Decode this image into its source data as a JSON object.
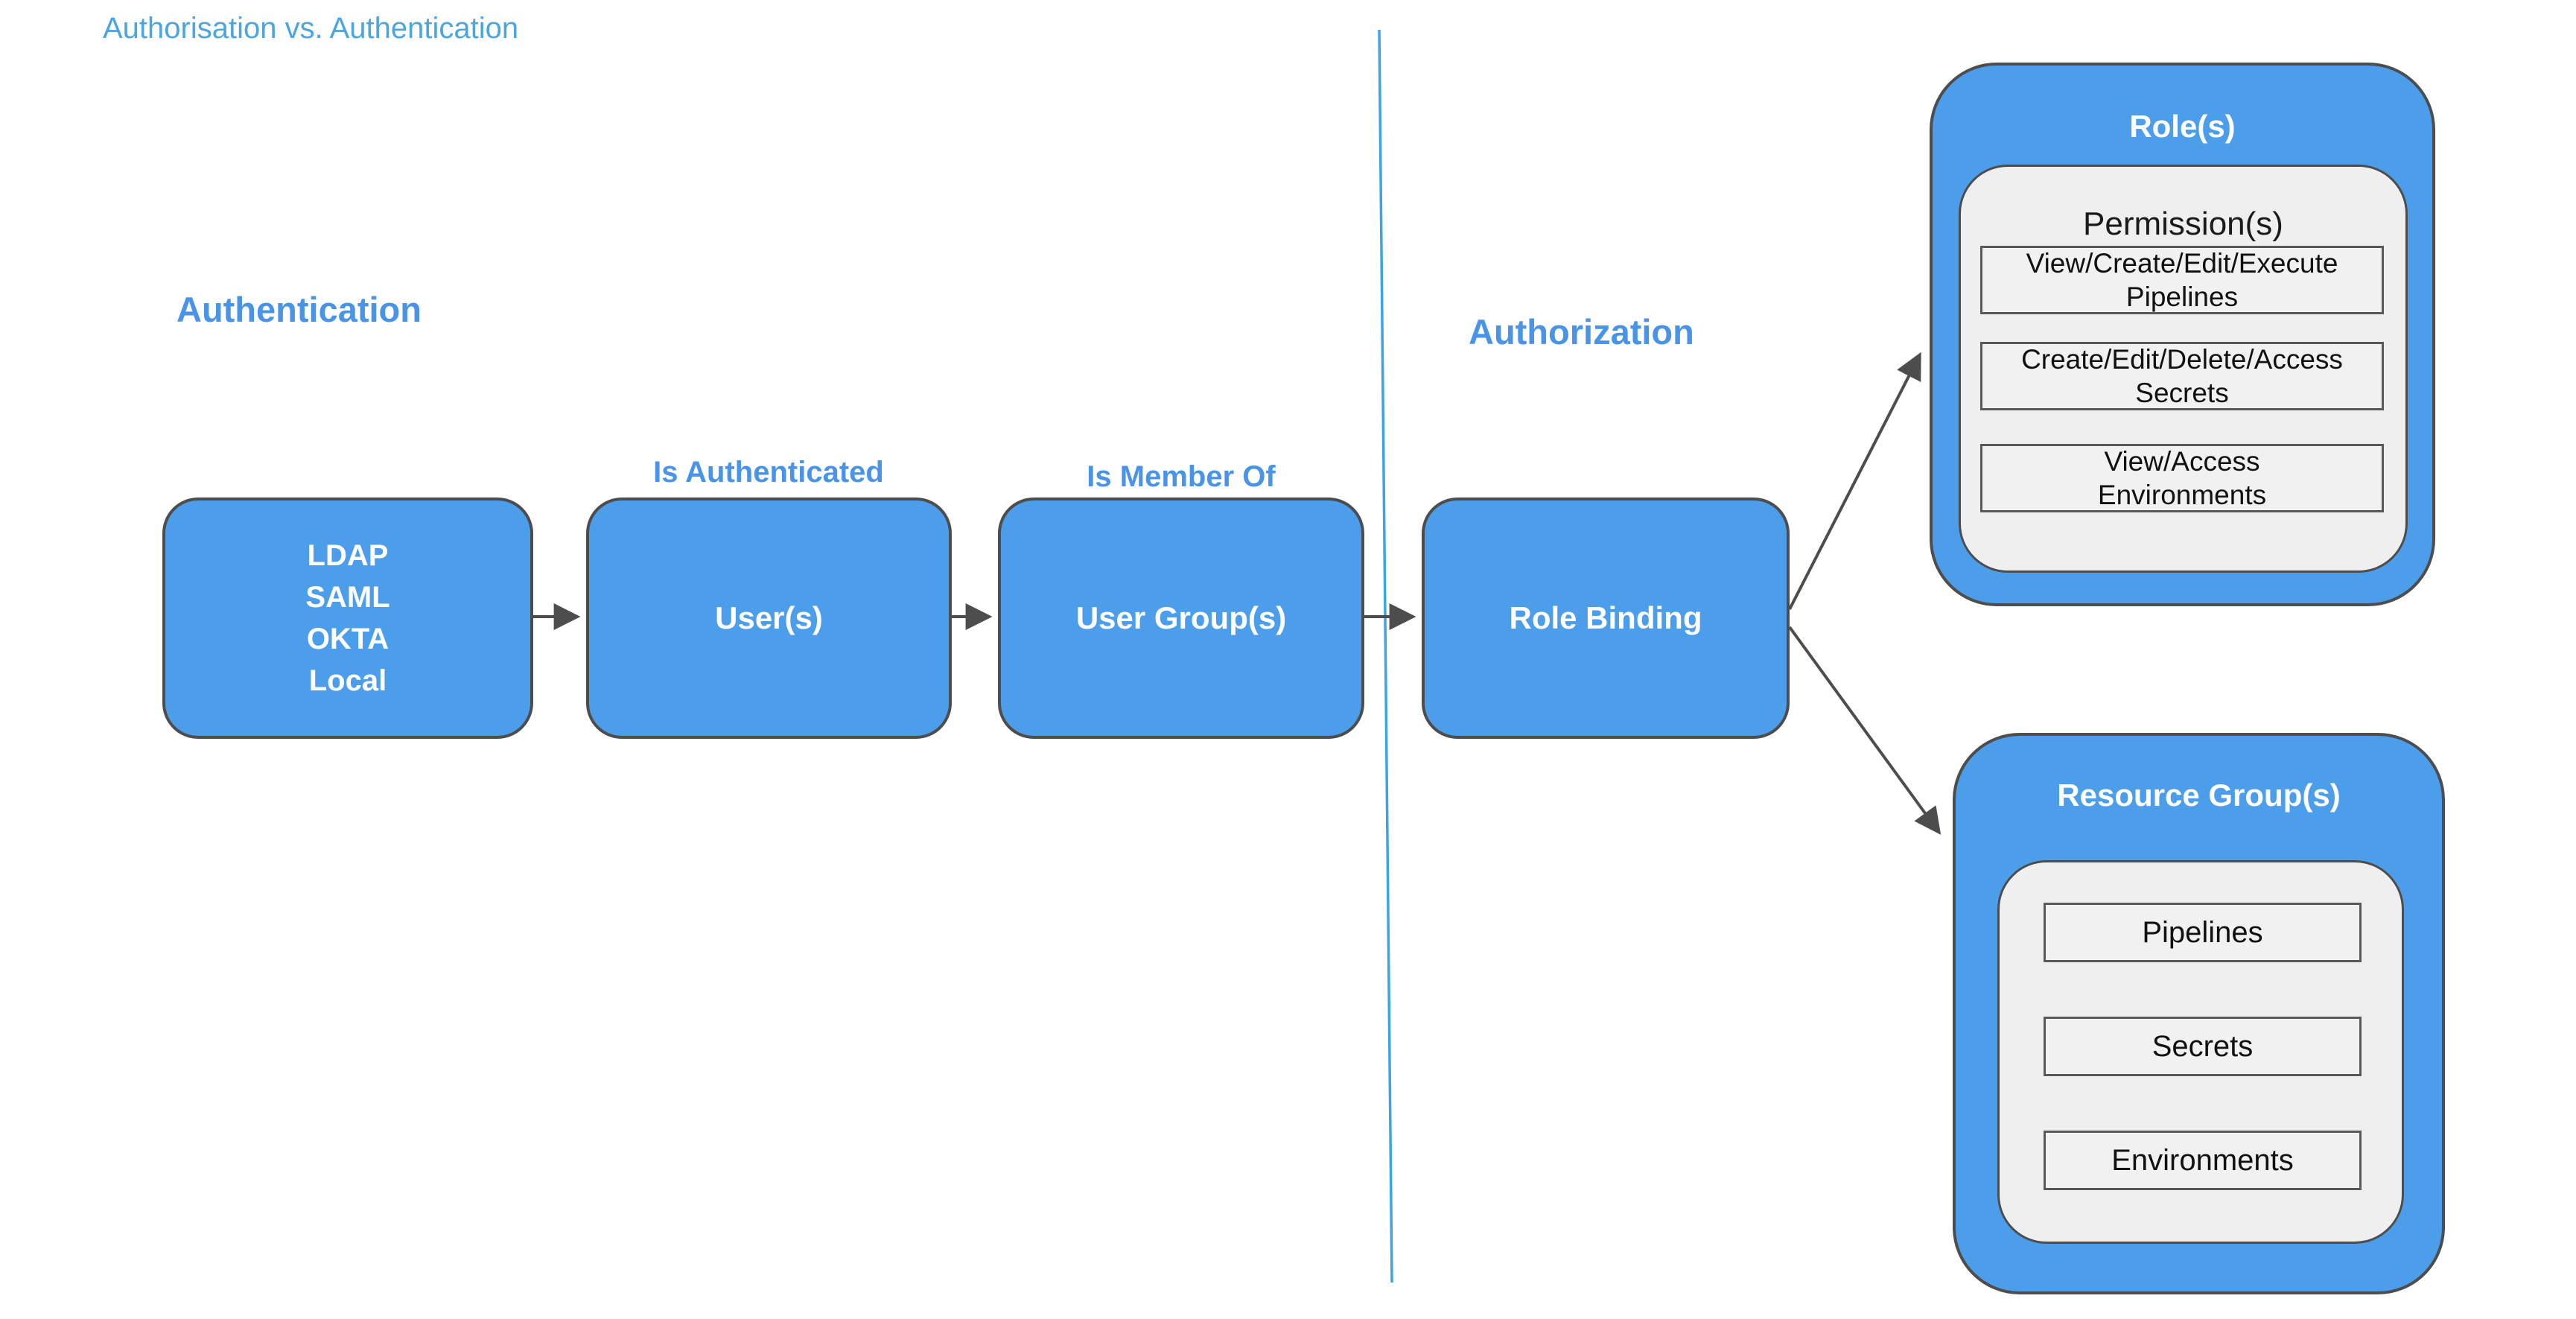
{
  "title": "Authorisation vs. Authentication",
  "sections": {
    "authentication": {
      "heading": "Authentication"
    },
    "authorization": {
      "heading": "Authorization"
    }
  },
  "flow": {
    "source_box": {
      "lines": [
        "LDAP",
        "SAML",
        "OKTA",
        "Local"
      ]
    },
    "users_box": {
      "label": "User(s)"
    },
    "user_groups_box": {
      "label": "User Group(s)"
    },
    "role_binding_box": {
      "label": "Role Binding"
    },
    "edge_labels": {
      "is_authenticated": "Is Authenticated",
      "is_member_of": "Is Member Of"
    }
  },
  "roles": {
    "title": "Role(s)",
    "permissions": {
      "title": "Permission(s)",
      "items": [
        {
          "lines": [
            "View/Create/Edit/Execute",
            "Pipelines"
          ]
        },
        {
          "lines": [
            "Create/Edit/Delete/Access",
            "Secrets"
          ]
        },
        {
          "lines": [
            "View/Access",
            "Environments"
          ]
        }
      ]
    }
  },
  "resource_groups": {
    "title": "Resource Group(s)",
    "items": [
      "Pipelines",
      "Secrets",
      "Environments"
    ]
  },
  "colors": {
    "accent_blue": "#4C9EEA",
    "divider_blue": "#3BA4E4",
    "heading_blue": "#4A94E8",
    "title_blue": "#4BA6DE",
    "border_dark": "#4D4D4D",
    "panel_gray": "#EFEFEF",
    "arrow_gray": "#4D4D4D"
  }
}
